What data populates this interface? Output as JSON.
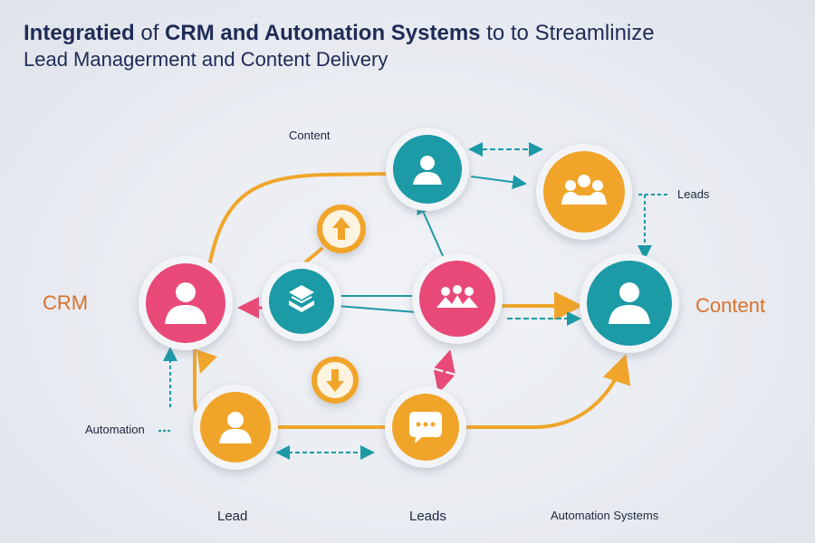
{
  "title": {
    "line1_part1": "Integratied",
    "line1_part2": " of ",
    "line1_part3": "CRM and Automation Systems",
    "line1_part4": " to to Streamlinize",
    "line2": "Lead Managerment and Content Delivery"
  },
  "labels": {
    "content_top": "Content",
    "leads_right": "Leads",
    "crm_left": "CRM",
    "content_right": "Content",
    "automation_left": "Automation",
    "lead_bottom": "Lead",
    "leads_bottom": "Leads",
    "automation_systems": "Automation Systems"
  },
  "nodes": [
    {
      "id": "crm-node",
      "color": "#e84a78",
      "icon": "person-icon"
    },
    {
      "id": "layers-node",
      "color": "#1b9aa6",
      "icon": "layers-icon"
    },
    {
      "id": "team-center-node",
      "color": "#e84a78",
      "icon": "team-icon"
    },
    {
      "id": "content-top-node",
      "color": "#1b9aa6",
      "icon": "person-icon"
    },
    {
      "id": "leads-group-node",
      "color": "#f0a52a",
      "icon": "group-icon"
    },
    {
      "id": "content-right-node",
      "color": "#1b9aa6",
      "icon": "person-icon"
    },
    {
      "id": "automation-node",
      "color": "#f0a52a",
      "icon": "person-icon"
    },
    {
      "id": "chat-node",
      "color": "#f0a52a",
      "icon": "chat-icon"
    },
    {
      "id": "up-arrow-node",
      "color": "#f0a52a",
      "icon": "arrow-up-icon"
    },
    {
      "id": "down-arrow-node",
      "color": "#f0a52a",
      "icon": "arrow-down-icon"
    }
  ],
  "colors": {
    "orange": "#f0a52a",
    "teal": "#1b9aa6",
    "pink": "#e84a78",
    "navy": "#1f2b57",
    "accent_label": "#d9722c"
  }
}
